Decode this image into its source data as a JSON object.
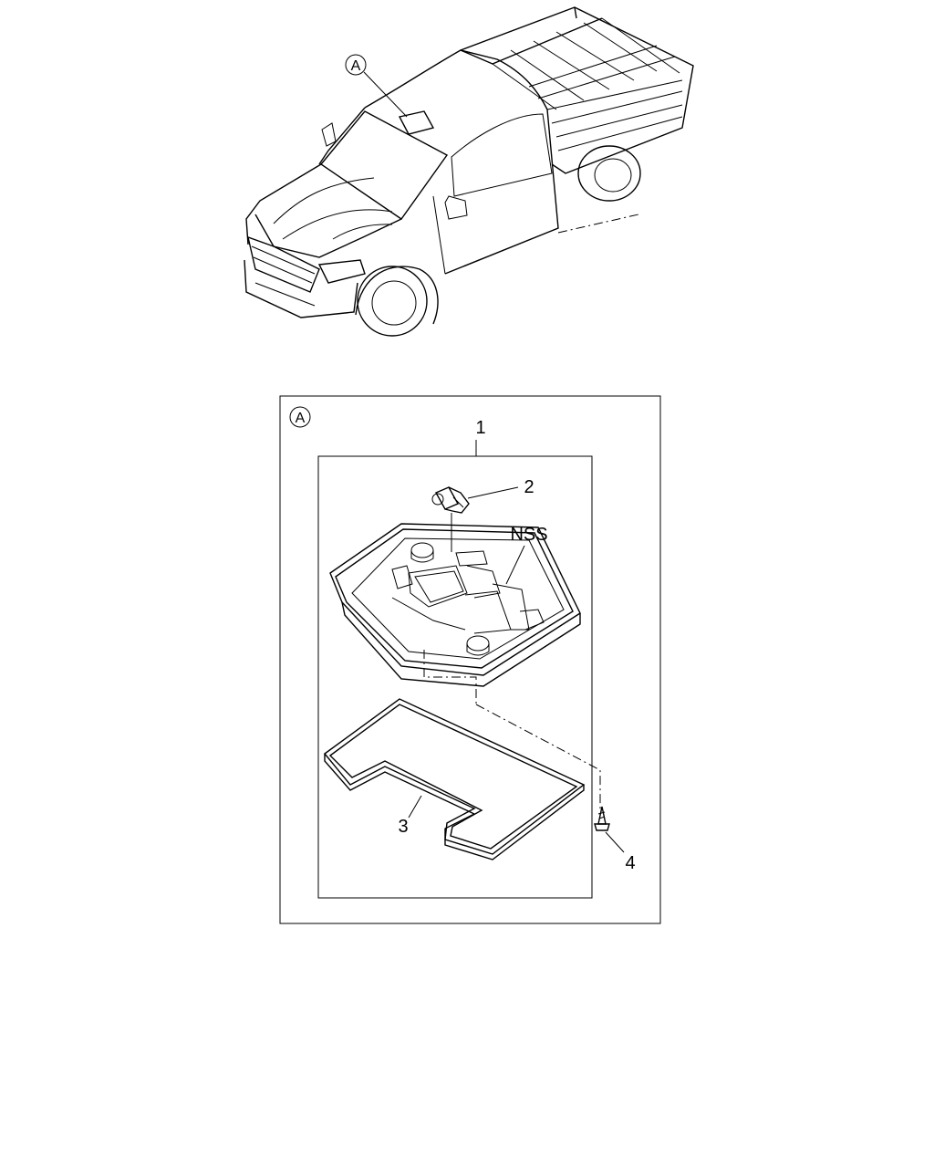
{
  "callouts": {
    "vehicle_view_marker": "A",
    "detail_view_marker": "A",
    "part_1": "1",
    "part_2": "2",
    "part_3": "3",
    "part_4": "4",
    "nss": "NSS"
  },
  "icons": {
    "vehicle": "pickup-truck-illustration",
    "bulb": "bulb-icon",
    "lamp": "dome-lamp-assembly",
    "gasket": "lens-gasket",
    "screw": "screw-icon"
  }
}
